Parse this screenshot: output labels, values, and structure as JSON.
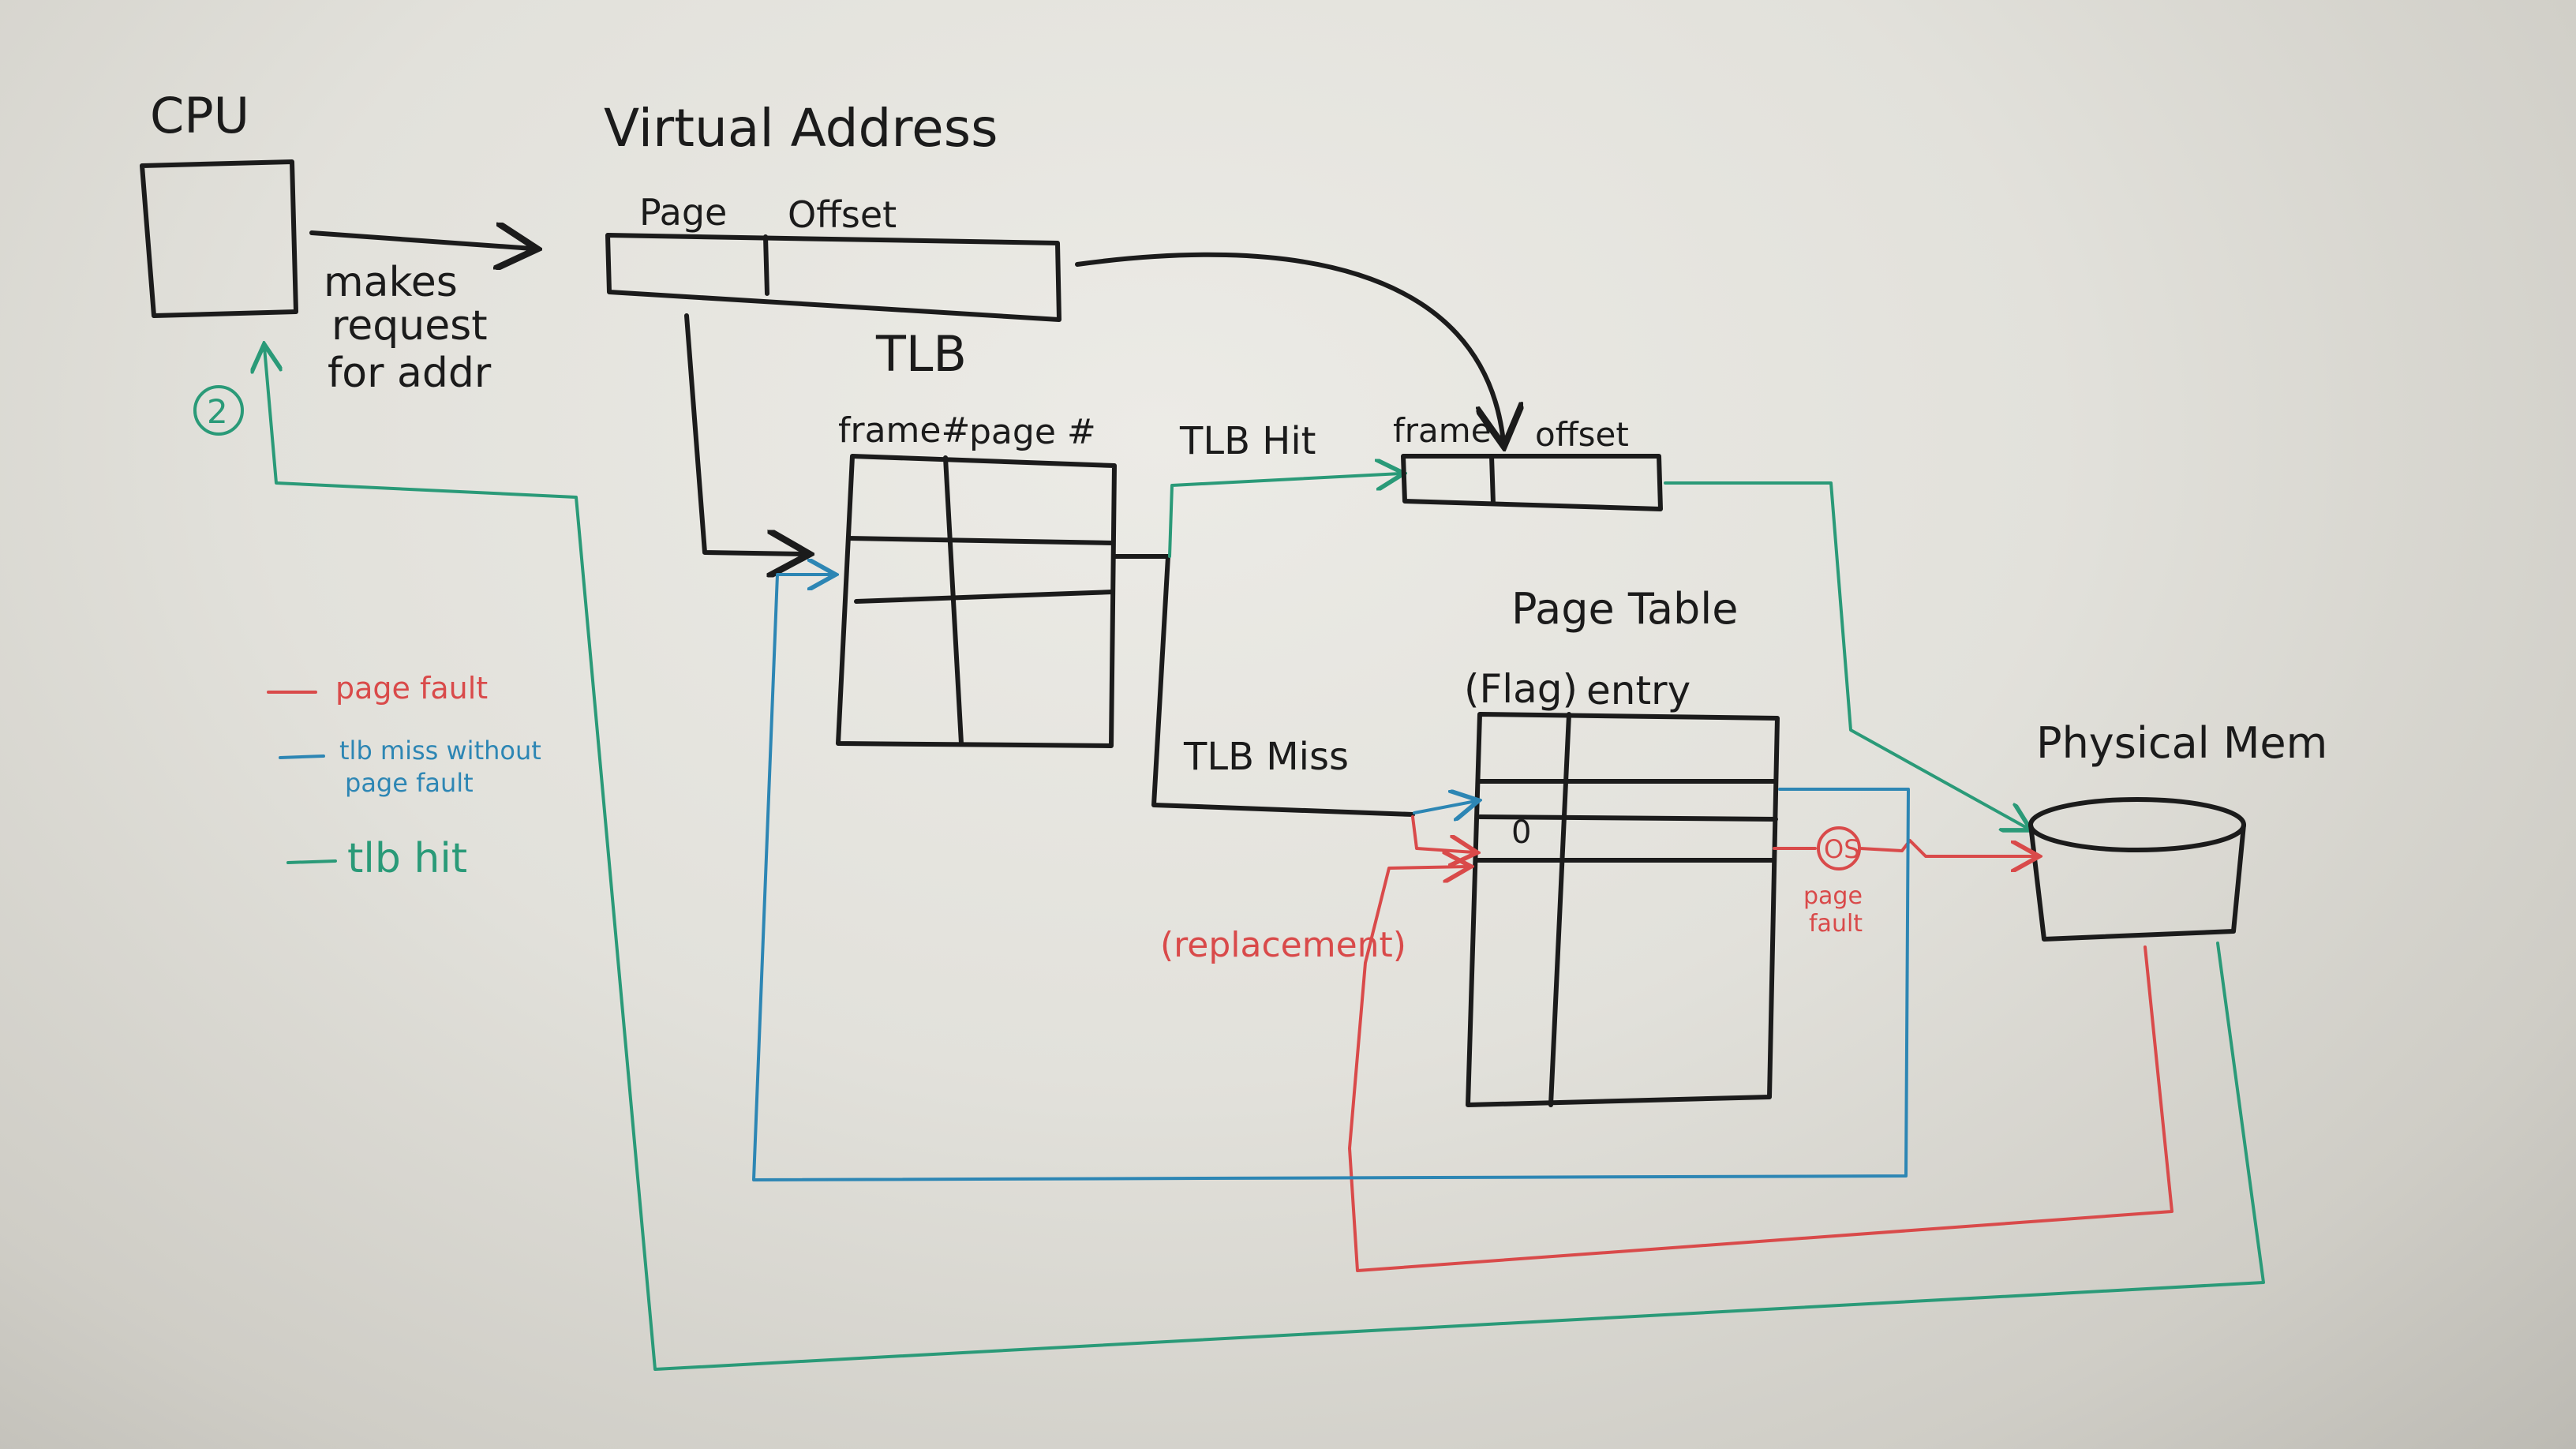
{
  "labels": {
    "cpu": "CPU",
    "virtual_address": "Virtual Address",
    "va_page": "Page",
    "va_offset": "Offset",
    "makes_request_1": "makes",
    "makes_request_2": "request",
    "makes_request_3": "for addr",
    "tlb": "TLB",
    "tlb_frame": "frame#",
    "tlb_page": "page #",
    "tlb_hit": "TLB Hit",
    "tlb_miss": "TLB Miss",
    "pa_frame": "frame",
    "pa_offset": "offset",
    "page_table": "Page Table",
    "pt_flag": "(Flag)",
    "pt_entry": "entry",
    "pt_cell": "0",
    "physical_mem": "Physical Mem",
    "os": "OS",
    "page_fault_note_1": "page",
    "page_fault_note_2": "fault",
    "replacement": "(replacement)",
    "step_marker": "2"
  },
  "legend": {
    "page_fault": "page fault",
    "tlb_miss_1": "tlb miss without",
    "tlb_miss_2": "page fault",
    "tlb_hit": "tlb hit"
  },
  "colors": {
    "ink_black": "#1b1b1b",
    "ink_green": "#2a9a78",
    "ink_blue": "#2d86b4",
    "ink_red": "#d94a4a",
    "board": "#e2e1db"
  }
}
